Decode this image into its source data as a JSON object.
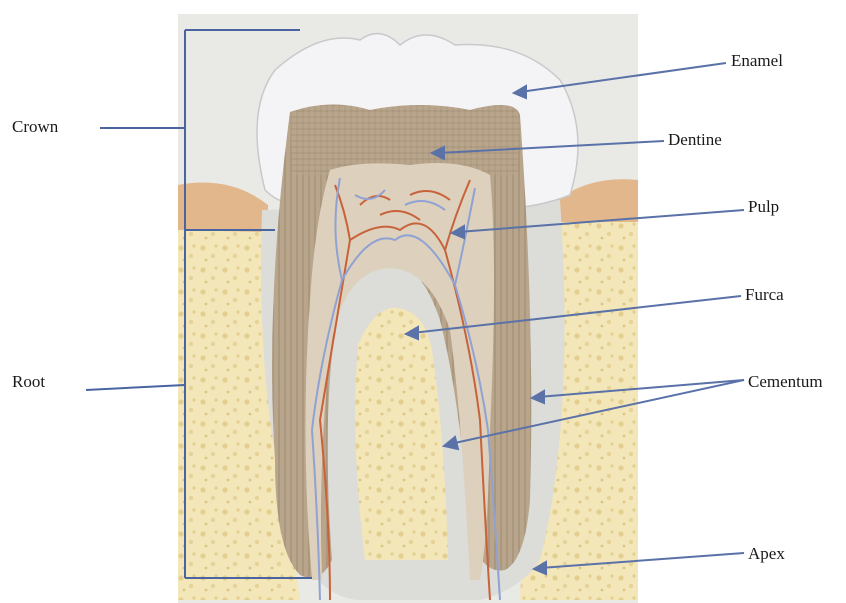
{
  "labels": {
    "crown": "Crown",
    "root": "Root",
    "enamel": "Enamel",
    "dentine": "Dentine",
    "pulp": "Pulp",
    "furca": "Furca",
    "cementum": "Cementum",
    "apex": "Apex"
  },
  "colors": {
    "background": "#ffffff",
    "illustration_bg": "#e9e9e6",
    "enamel": "#f4f4f6",
    "dentine": "#b9a58d",
    "pulp": "#ddd0bd",
    "bone": "#f3e6b8",
    "gum": "#e2b78c",
    "cementum": "#dcdcd8",
    "artery": "#c8623a",
    "vein": "#8fa2d3",
    "pointer": "#5a72a8"
  }
}
